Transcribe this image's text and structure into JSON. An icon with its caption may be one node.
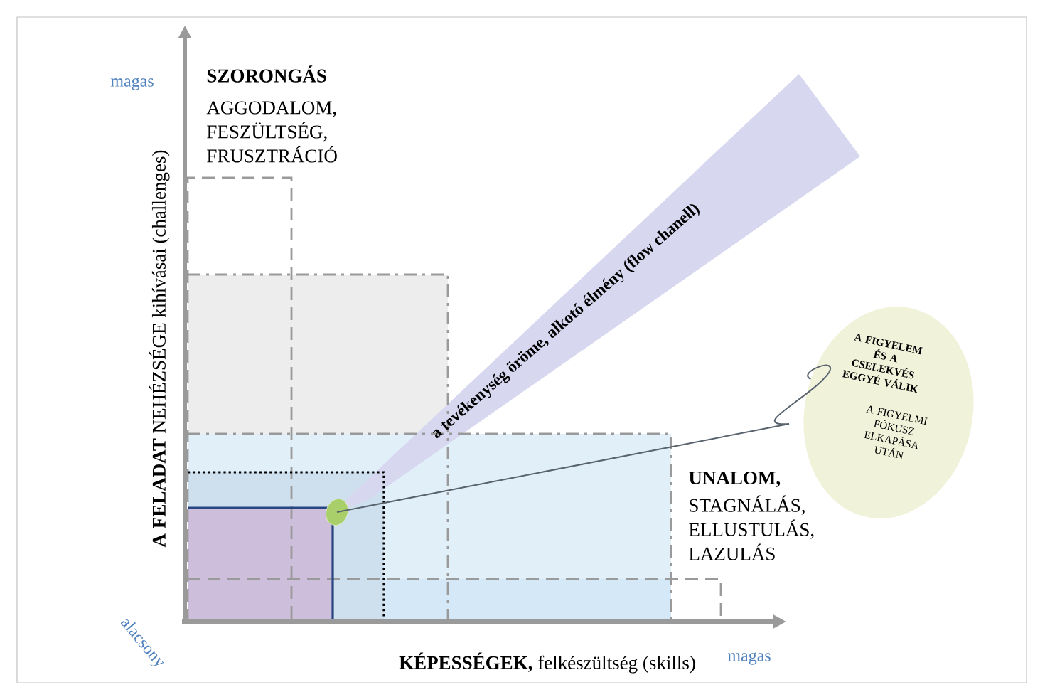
{
  "diagram": {
    "nodes": [
      {
        "text": [
          "A FIGYELEM ÉS A CSELEKVÉS EGGYÉ VÁLIK",
          "A FIGYELMI FÓKUSZ ELKAPÁSA UTÁN"
        ]
      },
      {
        "text": [],
        "shape": "circle"
      }
    ],
    "edges": [
      {
        "from": 0,
        "to": 1,
        "arrow": "none"
      }
    ],
    "labels": [
      "magas",
      "SZORONGÁS",
      "AGGODALOM, FESZÜLTSÉG, FRUSZTRÁCIÓ",
      "**A FELADAT** NEHÉZSÉGE kihívásai (challenges)",
      "a tevékenység öröme, alkotó élmény (flow chanell)",
      "UNALOM,",
      "STAGNÁLÁS, ELLUSTULÁS, LAZULÁS",
      "alacsony",
      "**KÉPESSÉGEK,** felkészültség (skills)",
      "magas"
    ]
  }
}
